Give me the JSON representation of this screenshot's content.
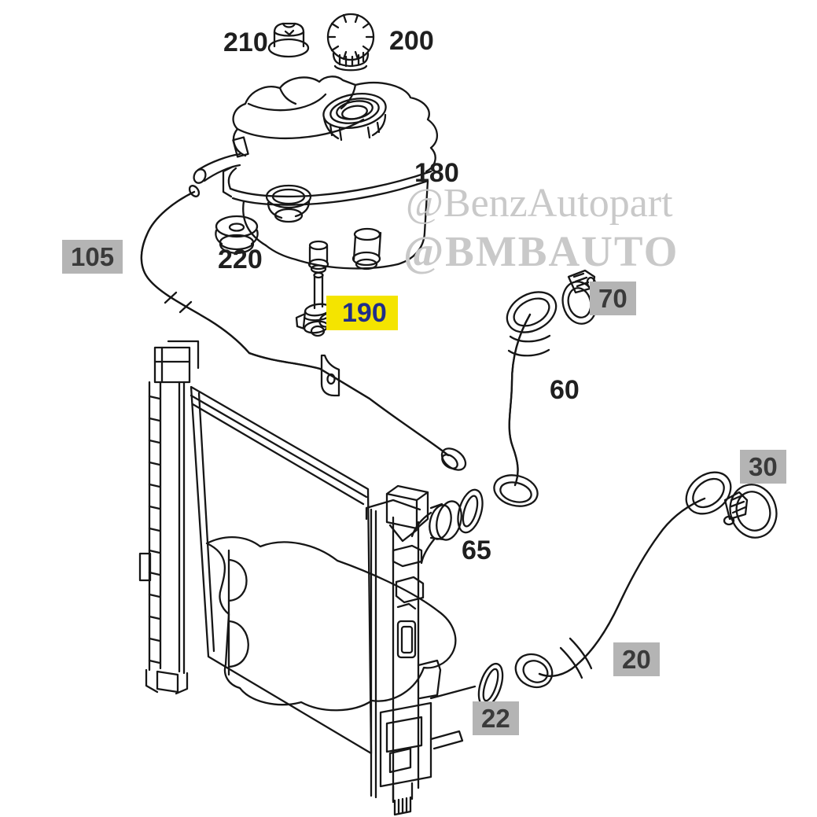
{
  "watermarks": {
    "line1": "@BenzAutopart",
    "line2": "@BMBAUTO"
  },
  "labels": [
    {
      "id": "210",
      "text": "210",
      "style": "plain"
    },
    {
      "id": "200",
      "text": "200",
      "style": "plain"
    },
    {
      "id": "180",
      "text": "180",
      "style": "plain"
    },
    {
      "id": "105",
      "text": "105",
      "style": "gray"
    },
    {
      "id": "220",
      "text": "220",
      "style": "plain"
    },
    {
      "id": "190",
      "text": "190",
      "style": "yellow"
    },
    {
      "id": "70",
      "text": "70",
      "style": "gray"
    },
    {
      "id": "60",
      "text": "60",
      "style": "plain"
    },
    {
      "id": "30",
      "text": "30",
      "style": "gray"
    },
    {
      "id": "65",
      "text": "65",
      "style": "plain"
    },
    {
      "id": "20",
      "text": "20",
      "style": "gray"
    },
    {
      "id": "22",
      "text": "22",
      "style": "gray"
    }
  ],
  "colors": {
    "line": "#161616",
    "background": "#ffffff",
    "gray_highlight": "#b4b4b4",
    "yellow_highlight": "#f4e400",
    "yellow_label_text": "#1f2d8a",
    "label_text": "#3a3a3a",
    "watermark": "#c9c9c9",
    "sensor_connector_blue": "#2f41a0"
  },
  "parts_drawn": [
    "pressure-cap-small",
    "pressure-cap-knurled",
    "expansion-tank",
    "sealing-grommet",
    "level-sensor",
    "vent-hose",
    "radiator",
    "upper-radiator-hose",
    "hose-clamp-upper",
    "o-ring-upper",
    "lower-radiator-hose",
    "hose-clamp-lower",
    "o-ring-lower"
  ]
}
